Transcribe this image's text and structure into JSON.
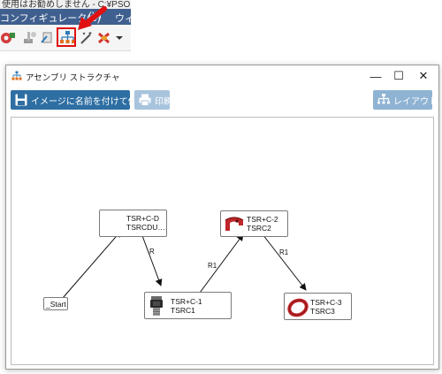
{
  "app": {
    "title_fragment": "使用はお勧めしません - C:¥PSOL_ROOT",
    "menu": [
      "コンフィギュレータ(C)",
      "(X)",
      "ウィ"
    ]
  },
  "toolbar_icons": [
    "configure-icon",
    "tool-icon",
    "copy-icon",
    "assembly-structure-icon",
    "magic-wand-icon",
    "delete-icon",
    "dropdown-icon"
  ],
  "window": {
    "title": "アセンブリ ストラクチャ",
    "controls": {
      "minimize": "—",
      "maximize": "☐",
      "close": "✕"
    }
  },
  "toolbar": {
    "save_image": "イメージに名前を付けて保存...",
    "print": "印刷",
    "layout": "レイアウト"
  },
  "diagram": {
    "nodes": [
      {
        "id": "start",
        "line1": "_Start",
        "line2": ""
      },
      {
        "id": "tsr-c-d",
        "line1": "TSR+C-D",
        "line2": "TSRCDU…"
      },
      {
        "id": "tsr-c-1",
        "line1": "TSR+C-1",
        "line2": "TSRC1"
      },
      {
        "id": "tsr-c-2",
        "line1": "TSR+C-2",
        "line2": "TSRC2"
      },
      {
        "id": "tsr-c-3",
        "line1": "TSR+C-3",
        "line2": "TSRC3"
      }
    ],
    "edges": [
      {
        "from": "start",
        "to": "tsr-c-d",
        "label": ""
      },
      {
        "from": "tsr-c-d",
        "to": "tsr-c-1",
        "label": "R"
      },
      {
        "from": "tsr-c-1",
        "to": "tsr-c-2",
        "label": "R1"
      },
      {
        "from": "tsr-c-2",
        "to": "tsr-c-3",
        "label": "R1"
      }
    ]
  },
  "colors": {
    "menubar": "#3f5f8f",
    "save_button": "#2e6ea3",
    "print_button": "#a8c4dd",
    "layout_button": "#8fb3d3",
    "highlight": "#e01010"
  }
}
